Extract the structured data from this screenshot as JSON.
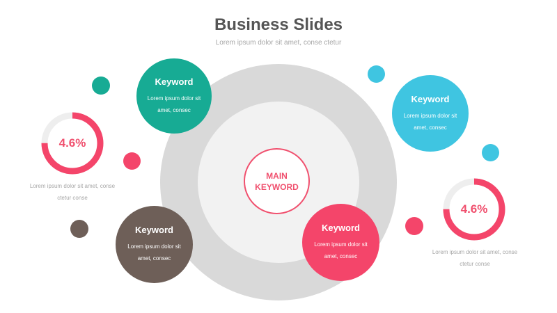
{
  "header": {
    "title": "Business Slides",
    "subtitle": "Lorem ipsum dolor sit amet, conse ctetur"
  },
  "main_keyword": {
    "line1": "MAIN",
    "line2": "KEYWORD",
    "color": "#f0506e"
  },
  "keywords": [
    {
      "title": "Keyword",
      "text": "Lorem ipsum dolor sit amet, consec",
      "color": "#17ab94"
    },
    {
      "title": "Keyword",
      "text": "Lorem ipsum dolor sit amet, consec",
      "color": "#3fc5e1"
    },
    {
      "title": "Keyword",
      "text": "Lorem ipsum dolor sit amet, consec",
      "color": "#6e5f58"
    },
    {
      "title": "Keyword",
      "text": "Lorem ipsum dolor sit amet, consec",
      "color": "#f4456a"
    }
  ],
  "stats": [
    {
      "value": "4.6%",
      "fraction": 0.75,
      "note": "Lorem ipsum dolor sit amet, conse ctetur conse",
      "color": "#f4456a"
    },
    {
      "value": "4.6%",
      "fraction": 0.75,
      "note": "Lorem ipsum dolor sit amet, conse ctetur conse",
      "color": "#f4456a"
    }
  ],
  "colors": {
    "outer_ring": "#d9d9d9",
    "inner_ring": "#f2f2f2",
    "donut_track": "#eeeeee"
  }
}
